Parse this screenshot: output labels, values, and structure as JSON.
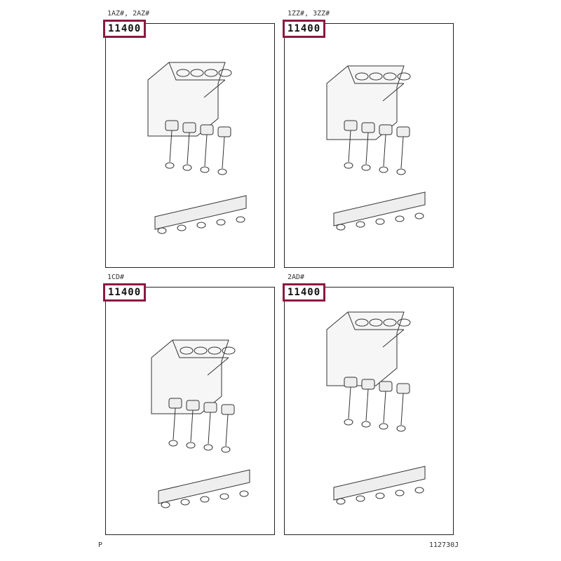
{
  "panels": [
    {
      "engine": "1AZ#, 2AZ#",
      "part_code": "11400"
    },
    {
      "engine": "1ZZ#, 3ZZ#",
      "part_code": "11400"
    },
    {
      "engine": "1CD#",
      "part_code": "11400"
    },
    {
      "engine": "2AD#",
      "part_code": "11400"
    }
  ],
  "footer": {
    "left": "P",
    "right": "112730J"
  },
  "accent_color": "#8b1a3f"
}
